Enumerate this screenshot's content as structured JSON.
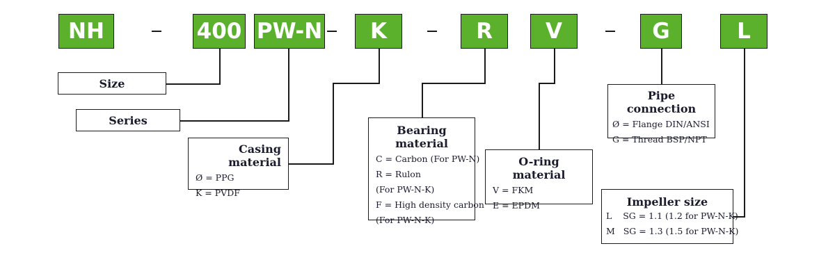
{
  "code": {
    "segments": [
      "NH",
      "400",
      "PW-N",
      "K",
      "R",
      "V",
      "G",
      "L"
    ],
    "separator": "–"
  },
  "labels": {
    "size": {
      "title": "Size"
    },
    "series": {
      "title": "Series"
    },
    "casing": {
      "title": "Casing material",
      "lines": [
        "Ø = PPG",
        "K = PVDF"
      ]
    },
    "bearing": {
      "title": "Bearing material",
      "lines": [
        "C = Carbon (For PW-N)",
        "R = Rulon",
        "(For PW-N-K)",
        "F = High density carbon",
        "(For PW-N-K)"
      ]
    },
    "oring": {
      "title": "O-ring material",
      "lines": [
        "V = FKM",
        "E = EPDM"
      ]
    },
    "pipe": {
      "title": "Pipe connection",
      "lines": [
        "Ø = Flange DIN/ANSI",
        "G = Thread BSP/NPT"
      ]
    },
    "impeller": {
      "title": "Impeller size",
      "lines": [
        "L    SG = 1.1 (1.2 for PW-N-K)",
        "M   SG = 1.3 (1.5 for PW-N-K)"
      ]
    }
  },
  "colors": {
    "code_box": "#5cb12c",
    "line": "#1a1a1a"
  }
}
